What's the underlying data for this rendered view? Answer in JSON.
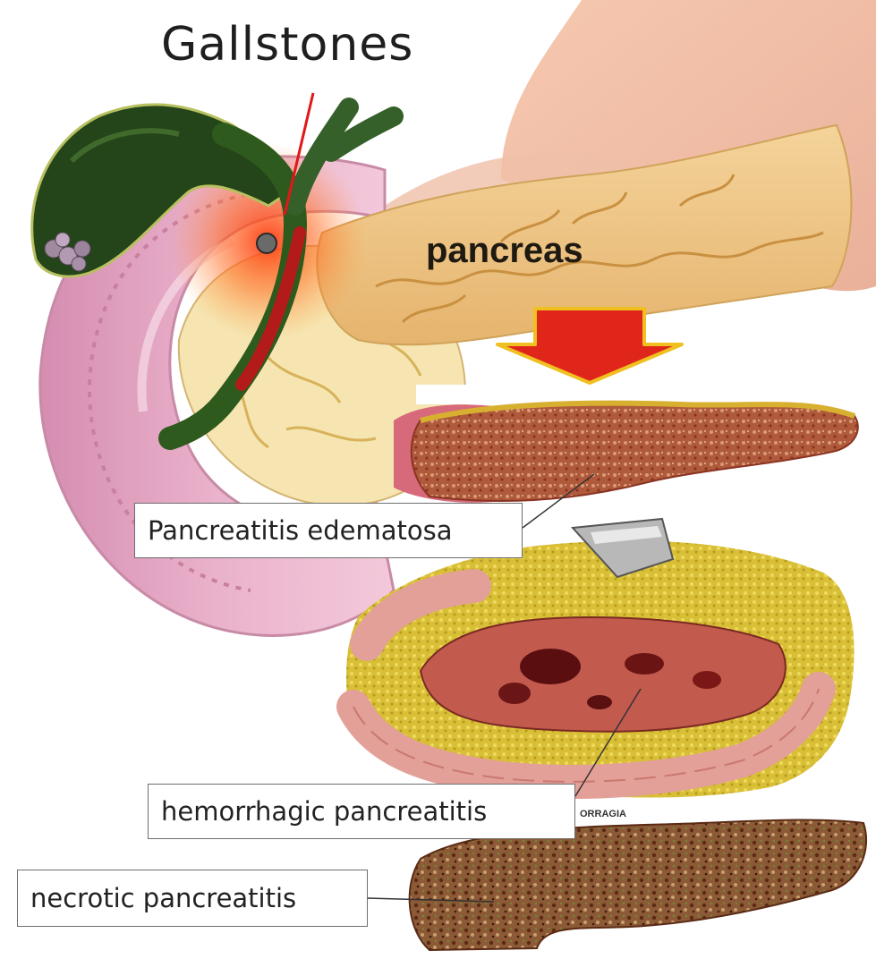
{
  "title": "Gallstones",
  "organ_label": "pancreas",
  "stages": {
    "edematous": "Pancreatitis edematosa",
    "hemorrhagic": "hemorrhagic pancreatitis",
    "necrotic": "necrotic pancreatitis"
  },
  "fragment_text": "ORRAGIA",
  "colors": {
    "gallbladder": "#1f3a14",
    "duodenum": "#e7a9c4",
    "pancreas": "#f1cb8c",
    "inflamed": "#b8453a",
    "arrow": "#e0261a",
    "fat": "#d9c23a"
  }
}
